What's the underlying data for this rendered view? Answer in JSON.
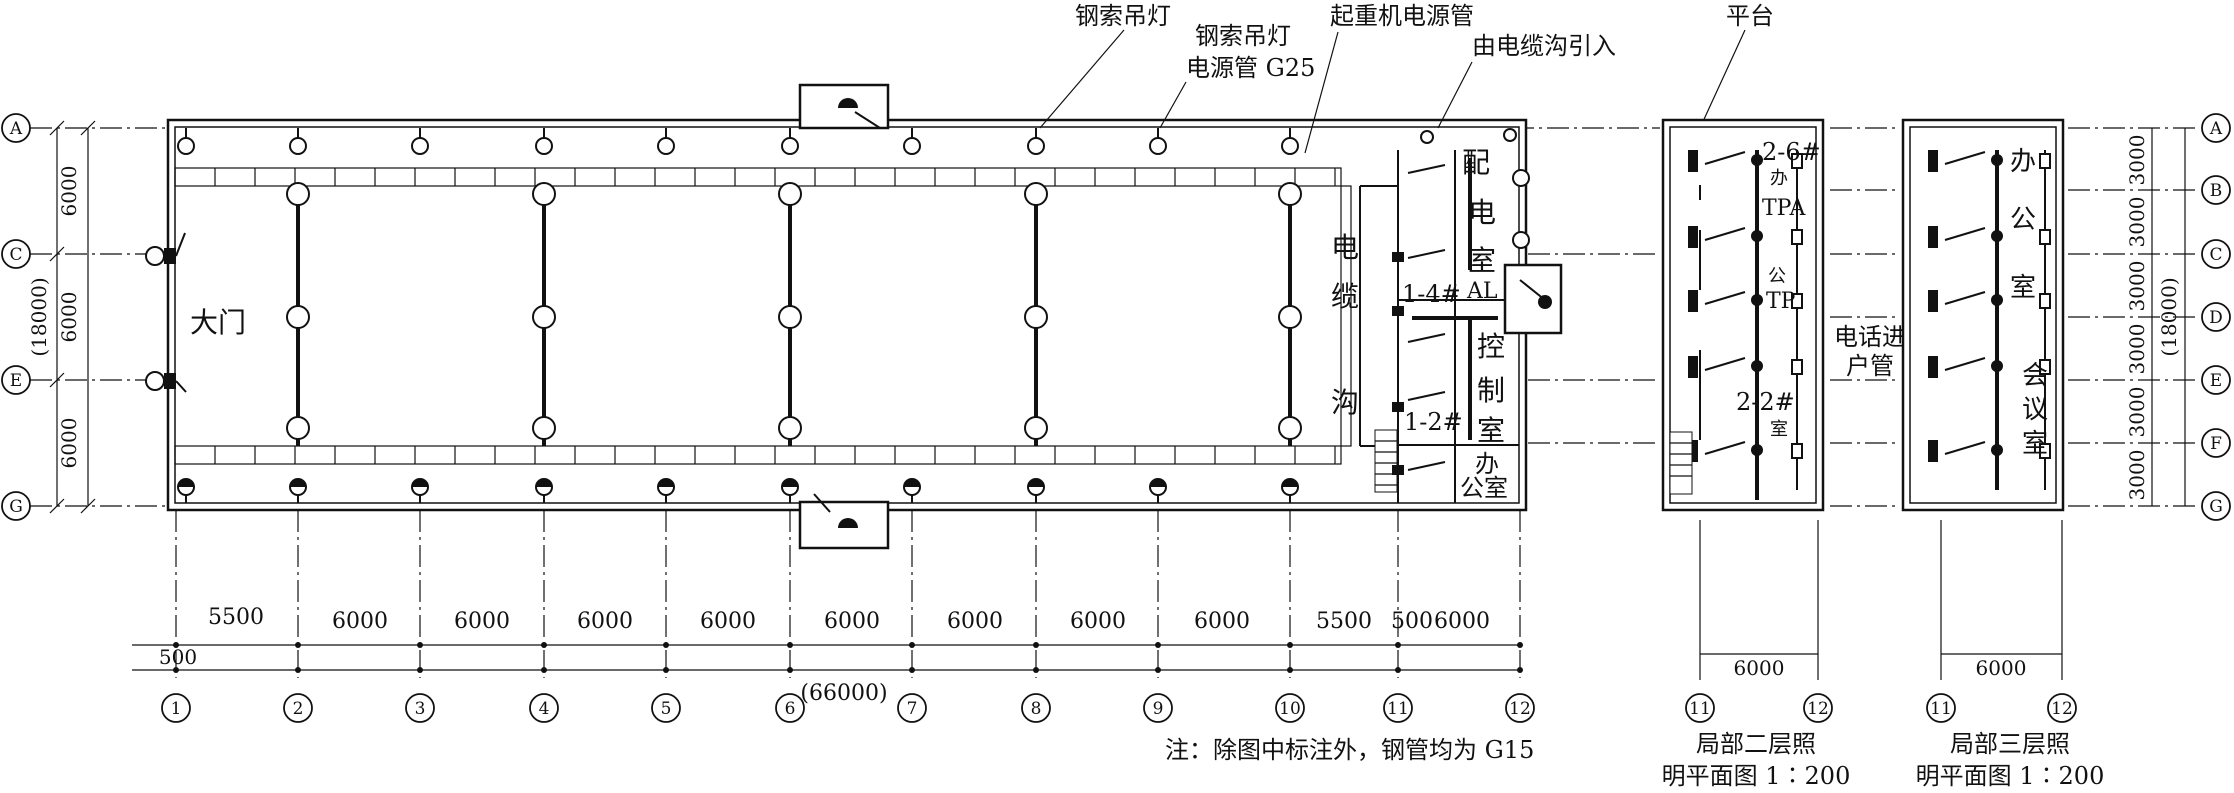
{
  "callouts": {
    "wire_lamp_1": "钢索吊灯",
    "wire_lamp_2": "钢索吊灯",
    "wire_lamp_conduit": "电源管 G25",
    "crane_power": "起重机电源管",
    "from_cable_trench": "由电缆沟引入",
    "platform": "平台",
    "phone_conduit_1": "电话进",
    "phone_conduit_2": "户管"
  },
  "axes": {
    "rows": [
      "A",
      "B",
      "C",
      "D",
      "E",
      "F",
      "G"
    ],
    "columns": [
      "1",
      "2",
      "3",
      "4",
      "5",
      "6",
      "7",
      "8",
      "9",
      "10",
      "11",
      "12"
    ],
    "floor_cols": [
      "11",
      "12"
    ]
  },
  "dimensions": {
    "row_main": [
      "6000",
      "6000",
      "6000"
    ],
    "row_total": "(18000)",
    "row_right": [
      "3000",
      "3000",
      "3000",
      "3000",
      "3000",
      "3000"
    ],
    "row_right_total": "(18000)",
    "col_spans": [
      "5500",
      "6000",
      "6000",
      "6000",
      "6000",
      "6000",
      "6000",
      "6000",
      "6000",
      "5500",
      "500",
      "6000"
    ],
    "col_offset": "500",
    "col_total": "(66000)",
    "floor2_width": "6000",
    "floor3_width": "6000"
  },
  "rooms": {
    "main_gate": "大门",
    "trench": [
      "电",
      "缆",
      "沟"
    ],
    "distribution": [
      "配",
      "电",
      "室"
    ],
    "control": [
      "控",
      "制",
      "室"
    ],
    "office1": [
      "办",
      "公室"
    ],
    "f2_office_chars": [
      "办",
      "公",
      "室"
    ],
    "f3_office": [
      "办",
      "公",
      "室"
    ],
    "f3_meeting": [
      "会",
      "议",
      "室"
    ]
  },
  "panels": {
    "al": "AL",
    "al_spec": "1-4#",
    "f1_panel": "1-2#",
    "f2_top": "2-6#",
    "f2_tp_a": "TPA",
    "f2_tp": "TP",
    "f2_bottom": "2-2#"
  },
  "titles": {
    "note": "注：除图中标注外，钢管均为 G15",
    "floor2": [
      "局部二层照",
      "明平面图 1∶200"
    ],
    "floor3": [
      "局部三层照",
      "明平面图 1∶200"
    ]
  }
}
